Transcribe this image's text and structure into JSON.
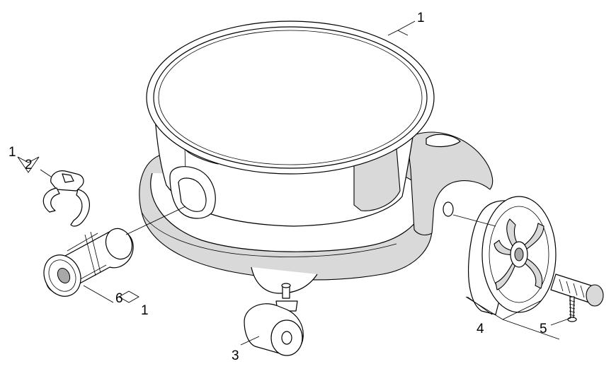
{
  "callouts": {
    "c1_top": "1",
    "c1_left": "1",
    "c2": "2",
    "c6": "6",
    "c1_bottom": "1",
    "c3": "3",
    "c4": "4",
    "c5": "5"
  },
  "colors": {
    "line": "#000000",
    "fill": "#ffffff",
    "shade": "#d9d9d9"
  }
}
